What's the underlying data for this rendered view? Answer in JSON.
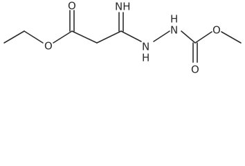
{
  "molecule": {
    "atoms": {
      "carbonyl_oxygen_left": "O",
      "ester_oxygen_left": "O",
      "imine_nitrogen": "NH",
      "hydrazine_nitrogen_1": "N",
      "hydrazine_nitrogen_1_h": "H",
      "hydrazine_nitrogen_2": "N",
      "hydrazine_nitrogen_2_h": "H",
      "ester_oxygen_right": "O",
      "carbonyl_oxygen_right": "O"
    },
    "colors": {
      "bond": "#2b2b2b",
      "label": "#2b2b2b",
      "background": "#ffffff"
    }
  }
}
